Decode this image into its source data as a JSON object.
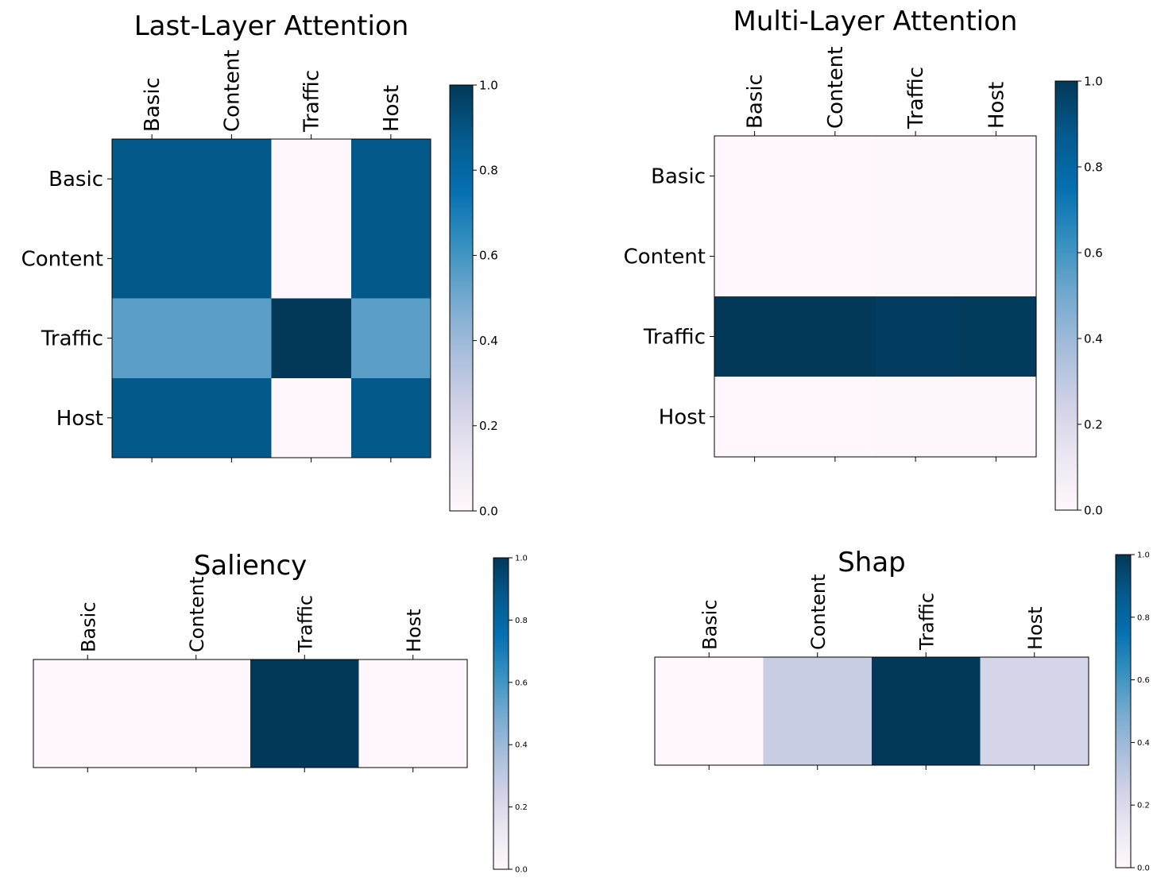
{
  "colormap": [
    "#fff7fb",
    "#ece7f2",
    "#d0d1e6",
    "#a6bddb",
    "#74a9cf",
    "#3690c0",
    "#0570b0",
    "#045a8d",
    "#023858"
  ],
  "chart_data": [
    {
      "type": "heatmap",
      "title": "Last-Layer Attention",
      "xlabels": [
        "Basic",
        "Content",
        "Traffic",
        "Host"
      ],
      "ylabels": [
        "Basic",
        "Content",
        "Traffic",
        "Host"
      ],
      "values": [
        [
          0.88,
          0.88,
          0.0,
          0.88
        ],
        [
          0.88,
          0.88,
          0.0,
          0.88
        ],
        [
          0.55,
          0.55,
          1.0,
          0.55
        ],
        [
          0.88,
          0.88,
          0.0,
          0.88
        ]
      ],
      "colorbar": {
        "range": [
          0,
          1
        ],
        "ticks": [
          "0.0",
          "0.2",
          "0.4",
          "0.6",
          "0.8",
          "1.0"
        ]
      }
    },
    {
      "type": "heatmap",
      "title": "Multi-Layer Attention",
      "xlabels": [
        "Basic",
        "Content",
        "Traffic",
        "Host"
      ],
      "ylabels": [
        "Basic",
        "Content",
        "Traffic",
        "Host"
      ],
      "values": [
        [
          0.0,
          0.0,
          0.01,
          0.01
        ],
        [
          0.0,
          0.0,
          0.01,
          0.01
        ],
        [
          1.0,
          1.0,
          0.98,
          0.99
        ],
        [
          0.0,
          0.0,
          0.01,
          0.01
        ]
      ],
      "colorbar": {
        "range": [
          0,
          1
        ],
        "ticks": [
          "0.0",
          "0.2",
          "0.4",
          "0.6",
          "0.8",
          "1.0"
        ]
      }
    },
    {
      "type": "heatmap",
      "title": "Saliency",
      "xlabels": [
        "Basic",
        "Content",
        "Traffic",
        "Host"
      ],
      "ylabels": [],
      "values": [
        [
          0.0,
          0.0,
          1.0,
          0.0
        ]
      ],
      "colorbar": {
        "range": [
          0,
          1
        ],
        "ticks": [
          "0.0",
          "0.2",
          "0.4",
          "0.6",
          "0.8",
          "1.0"
        ]
      }
    },
    {
      "type": "heatmap",
      "title": "Shap",
      "xlabels": [
        "Basic",
        "Content",
        "Traffic",
        "Host"
      ],
      "ylabels": [],
      "values": [
        [
          0.0,
          0.27,
          1.0,
          0.23
        ]
      ],
      "colorbar": {
        "range": [
          0,
          1
        ],
        "ticks": [
          "0.0",
          "0.2",
          "0.4",
          "0.6",
          "0.8",
          "1.0"
        ]
      }
    }
  ]
}
